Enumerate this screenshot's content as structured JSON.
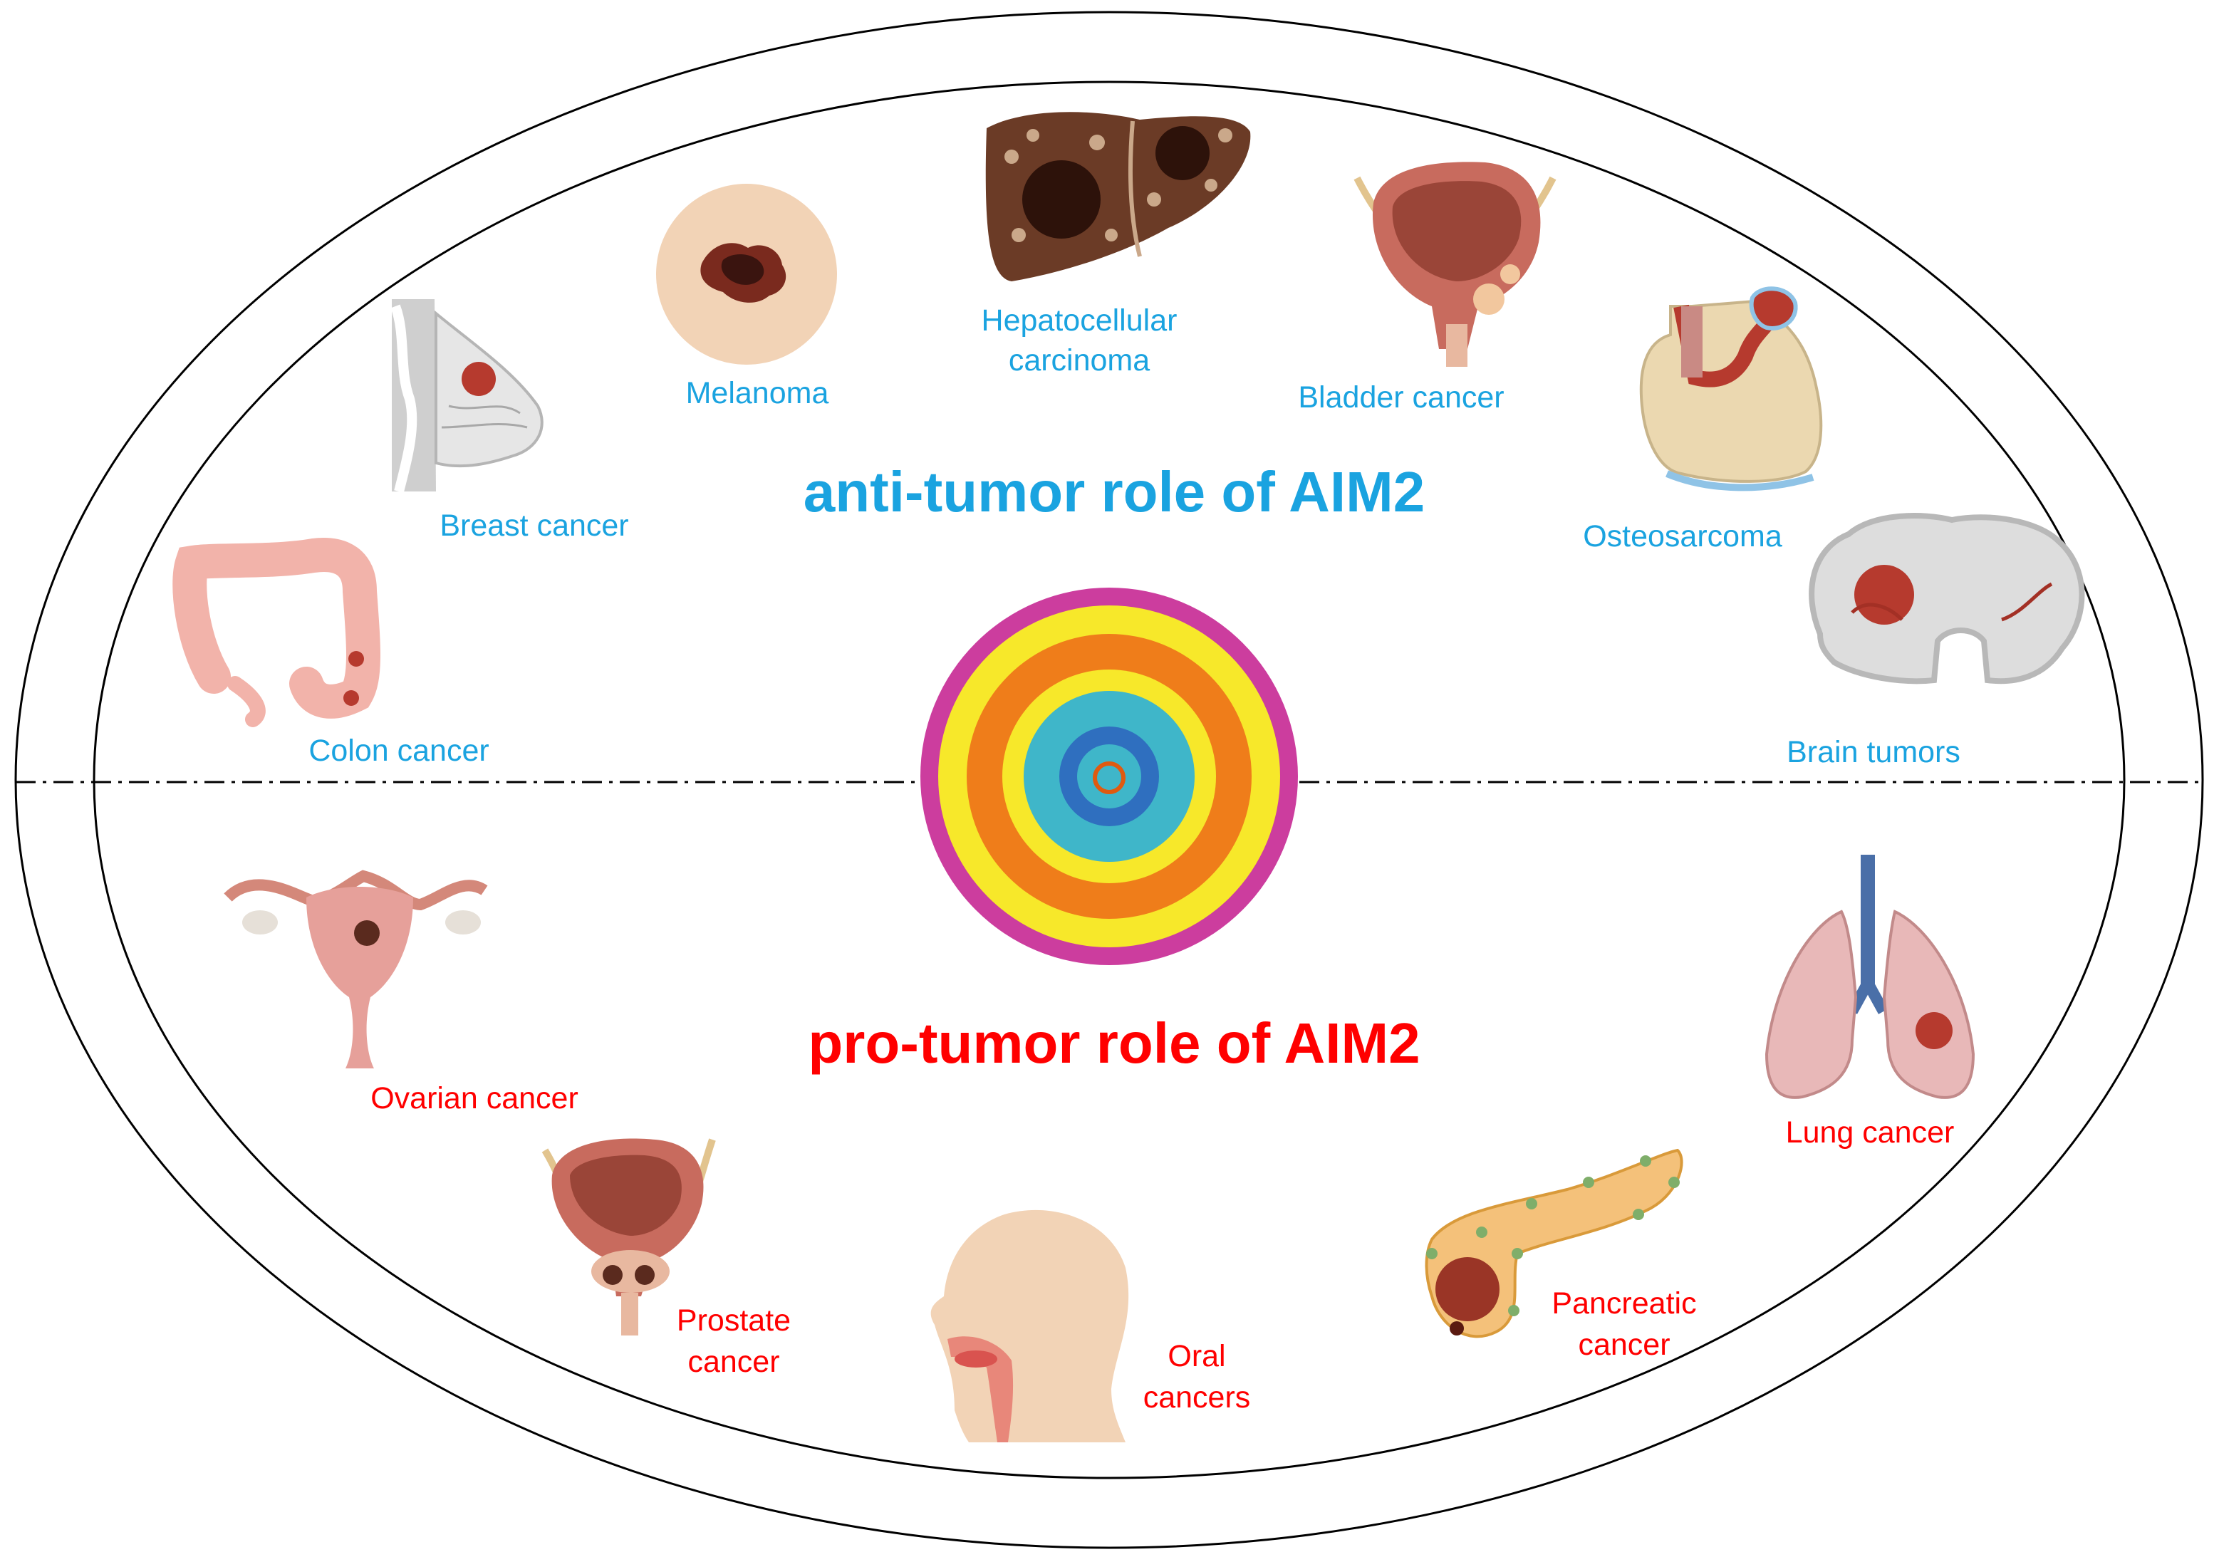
{
  "colors": {
    "anti": "#1aa3e0",
    "pro": "#ff0000",
    "outline": "#000000"
  },
  "anti": {
    "heading": "anti-tumor role of AIM2",
    "labels": {
      "breast": "Breast cancer",
      "melanoma": "Melanoma",
      "hcc_line1": "Hepatocellular",
      "hcc_line2": "carcinoma",
      "bladder": "Bladder cancer",
      "osteosarcoma": "Osteosarcoma",
      "colon": "Colon cancer",
      "brain": "Brain tumors"
    }
  },
  "pro": {
    "heading": "pro-tumor role of AIM2",
    "labels": {
      "ovarian": "Ovarian cancer",
      "prostate_line1": "Prostate",
      "prostate_line2": "cancer",
      "oral_line1": "Oral",
      "oral_line2": "cancers",
      "pancreatic_line1": "Pancreatic",
      "pancreatic_line2": "cancer",
      "lung": "Lung cancer"
    }
  }
}
